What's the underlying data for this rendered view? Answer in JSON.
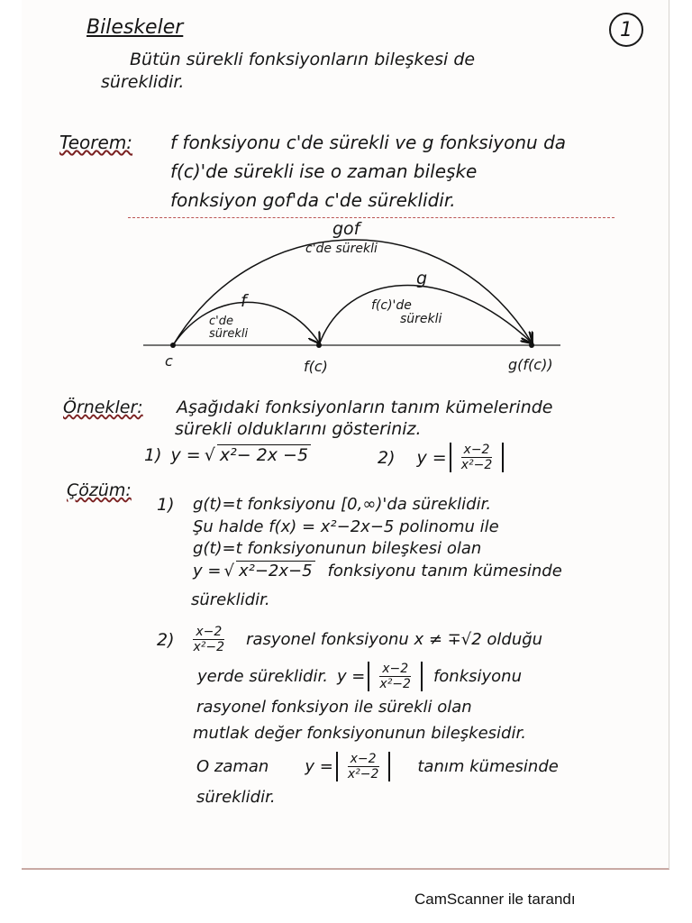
{
  "title": "Bileskeler",
  "page_number": "1",
  "intro": [
    "Bütün sürekli fonksiyonların bileşkesi de",
    "süreklidir."
  ],
  "theorem": {
    "label": "Teorem:",
    "lines": [
      "f fonksiyonu c'de sürekli ve g fonksiyonu da",
      "f(c)'de sürekli ise o zaman bileşke",
      "fonksiyon gof'da c'de süreklidir."
    ]
  },
  "diagram": {
    "outer_arc_label": "gof",
    "outer_arc_note": "c'de sürekli",
    "left_arc_label": "f",
    "left_arc_note_1": "c'de",
    "left_arc_note_2": "sürekli",
    "right_arc_label": "g",
    "right_arc_note_1": "f(c)'de",
    "right_arc_note_2": "sürekli",
    "point_1": "c",
    "point_2": "f(c)",
    "point_3": "g(f(c))"
  },
  "examples": {
    "label": "Örnekler:",
    "lines": [
      "Aşağıdaki fonksiyonların tanım kümelerinde",
      "sürekli olduklarını gösteriniz."
    ],
    "ex1_num": "1)",
    "ex1_lhs": "y =",
    "ex1_radicand": "x²− 2x −5",
    "ex2_num": "2)",
    "ex2_lhs": "y =",
    "ex2_num_expr": "x−2",
    "ex2_den_expr": "x²−2"
  },
  "solution": {
    "label": "Çözüm:",
    "s1_num": "1)",
    "s1_line1": "g(t)=t fonksiyonu [0,∞)'da süreklidir.",
    "s1_line2": "Şu halde f(x) = x²−2x−5 polinomu ile",
    "s1_line3": "g(t)=t fonksiyonunun bileşkesi olan",
    "s1_line4_lhs": "y =",
    "s1_line4_radicand": "x²−2x−5",
    "s1_line4_rest": "fonksiyonu tanım kümesinde",
    "s1_line5": "süreklidir.",
    "s2_num": "2)",
    "s2_frac_num": "x−2",
    "s2_frac_den": "x²−2",
    "s2_line1_rest": "rasyonel fonksiyonu x ≠ ∓√2 olduğu",
    "s2_line2_a": "yerde süreklidir.",
    "s2_line2_lhs": "y =",
    "s2_line2_rest": "fonksiyonu",
    "s2_line3": "rasyonel fonksiyon ile sürekli olan",
    "s2_line4": "mutlak değer fonksiyonunun bileşkesidir.",
    "s2_line5_a": "O zaman",
    "s2_line5_lhs": "y =",
    "s2_line5_rest": "tanım kümesinde",
    "s2_line6": "süreklidir."
  },
  "footer": "CamScanner ile tarandı"
}
